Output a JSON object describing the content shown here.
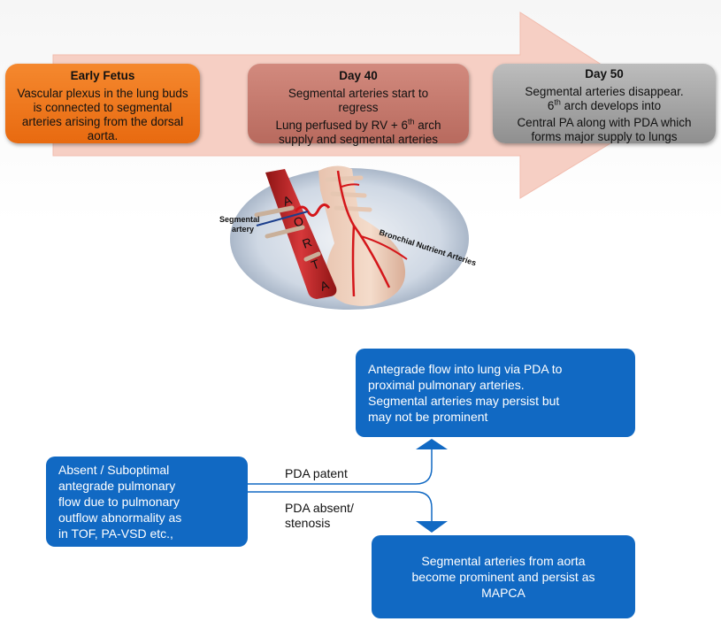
{
  "top": {
    "stages": {
      "early": {
        "title": "Early Fetus",
        "lines": [
          "Vascular plexus in the lung buds",
          "is connected to segmental",
          "arteries arising from the dorsal",
          "aorta."
        ]
      },
      "day40": {
        "title": "Day 40",
        "line1": "Segmental arteries start to",
        "line2": "regress",
        "line3": "Lung perfused by RV + 6",
        "line3_sup": "th",
        "line3_end": " arch",
        "line4": "supply and segmental arteries"
      },
      "day50": {
        "title": "Day 50",
        "line1": "Segmental arteries disappear.",
        "line2_num": "6",
        "line2_sup": "th",
        "line2_end": " arch develops into",
        "line3": "Central PA along with PDA which",
        "line4": "forms  major supply to lungs"
      }
    },
    "anatomy": {
      "segmental_label_1": "Segmental",
      "segmental_label_2": "artery",
      "aorta_letters": [
        "A",
        "O",
        "R",
        "T",
        "A"
      ],
      "bronchial_label": "Bronchial Nutrient Arteries"
    }
  },
  "flow": {
    "absent_box": [
      "Absent / Suboptimal",
      "antegrade pulmonary",
      "flow due to pulmonary",
      "outflow abnormality as",
      "in TOF, PA-VSD etc.,"
    ],
    "antegrade_box": [
      "Antegrade flow into lung via PDA to",
      "proximal pulmonary arteries.",
      "Segmental arteries may persist but",
      "may not be prominent"
    ],
    "segmental_box": [
      "Segmental arteries from aorta",
      "become prominent and persist as",
      "MAPCA"
    ],
    "label_patent": "PDA patent",
    "label_absent_1": "PDA absent/",
    "label_absent_2": "stenosis"
  },
  "colors": {
    "arrow": "#f6cfc4",
    "early_box": "#ef7a1f",
    "day40_box": "#c47b6f",
    "day50_box": "#a8a8a8",
    "blue_box": "#1169c3",
    "artery_red": "#d4161a"
  }
}
